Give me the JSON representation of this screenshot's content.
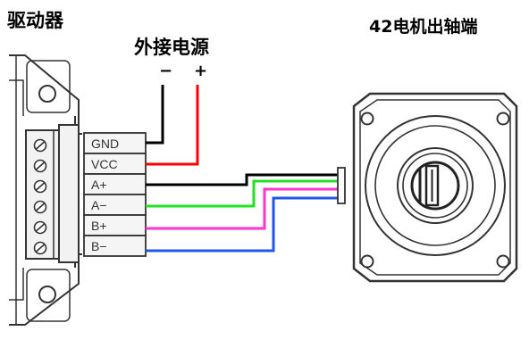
{
  "titles": {
    "driver": "驱动器",
    "power": "外接电源",
    "motor": "42电机出轴端"
  },
  "power_polarity": {
    "negative": "−",
    "positive": "+"
  },
  "terminals": [
    {
      "label": "GND",
      "wire_color": "#000000"
    },
    {
      "label": "VCC",
      "wire_color": "#ff0000"
    },
    {
      "label": "A+",
      "wire_color": "#000000"
    },
    {
      "label": "A−",
      "wire_color": "#22e022"
    },
    {
      "label": "B+",
      "wire_color": "#ff33cc"
    },
    {
      "label": "B−",
      "wire_color": "#2255ee"
    }
  ],
  "colors": {
    "outline": "#333333",
    "panel_fill": "#f2f2f2",
    "terminal_fill": "#f5f5f5"
  }
}
